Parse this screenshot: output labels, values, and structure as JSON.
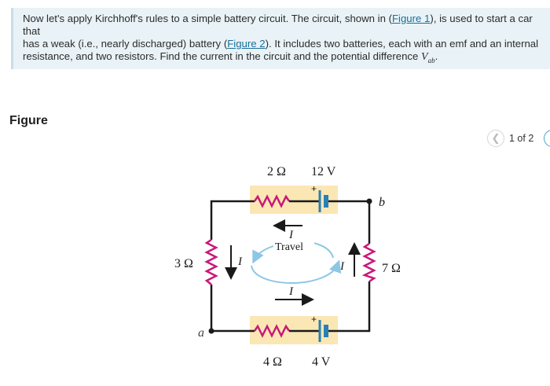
{
  "problem": {
    "line1_pre": "Now let's apply Kirchhoff's rules to a simple battery circuit. The circuit, shown in (",
    "link1": "Figure 1",
    "line1_post": "), is used to start a car that",
    "line2_pre": "has a weak (i.e., nearly discharged) battery (",
    "link2": "Figure 2",
    "line2_post": "). It includes two batteries, each with an emf and an internal",
    "line3": "resistance, and two resistors. Find the current in the circuit and the potential difference ",
    "vab_main": "V",
    "vab_sub": "ab",
    "line3_end": "."
  },
  "figure": {
    "title": "Figure",
    "page_count": "1 of 2"
  },
  "circuit": {
    "top_resistor": "2 Ω",
    "top_battery": "12 V",
    "bottom_resistor": "4 Ω",
    "bottom_battery": "4 V",
    "left_resistor": "3 Ω",
    "right_resistor": "7 Ω",
    "node_b": "b",
    "node_a": "a",
    "current_symbol": "I",
    "travel": "Travel",
    "plus": "+",
    "colors": {
      "wire": "#1a1a1a",
      "resistor": "#c8187a",
      "battery": "#2a7fb5",
      "component_bg": "#fbe7b4",
      "loop_arrow": "#8cc7e4"
    }
  }
}
